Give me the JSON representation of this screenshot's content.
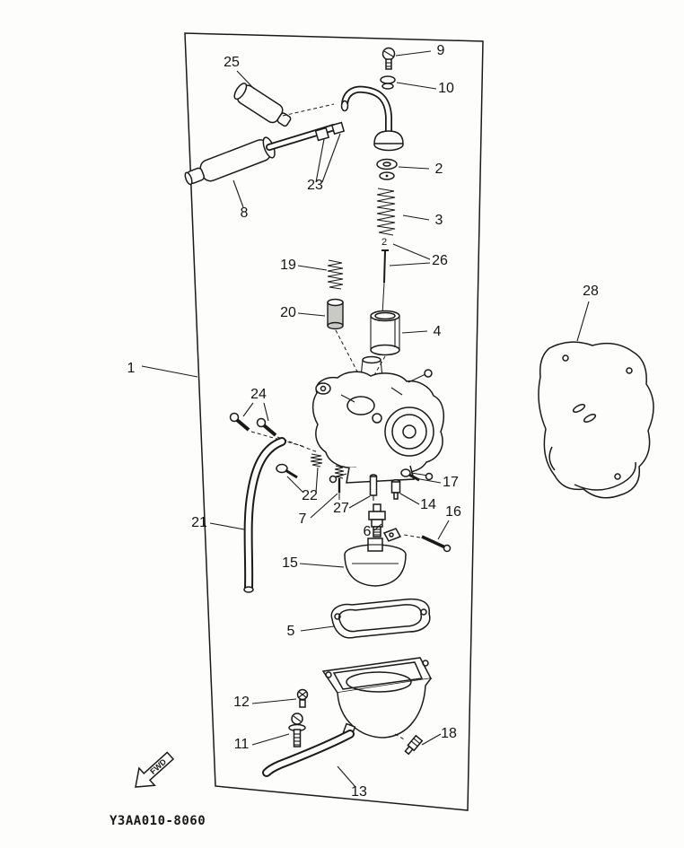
{
  "diagram": {
    "code": "Y3AA010-8060",
    "fwd_label": "FWD",
    "clip_mark": "2",
    "callouts": {
      "n1": "1",
      "n2": "2",
      "n3": "3",
      "n4": "4",
      "n5": "5",
      "n6": "6",
      "n7": "7",
      "n8": "8",
      "n9": "9",
      "n10": "10",
      "n11": "11",
      "n12": "12",
      "n13": "13",
      "n14": "14",
      "n15": "15",
      "n16": "16",
      "n17": "17",
      "n18": "18",
      "n19": "19",
      "n20": "20",
      "n21": "21",
      "n22": "22",
      "n23": "23",
      "n24": "24",
      "n25": "25",
      "n26": "26",
      "n27": "27",
      "n28": "28"
    }
  }
}
